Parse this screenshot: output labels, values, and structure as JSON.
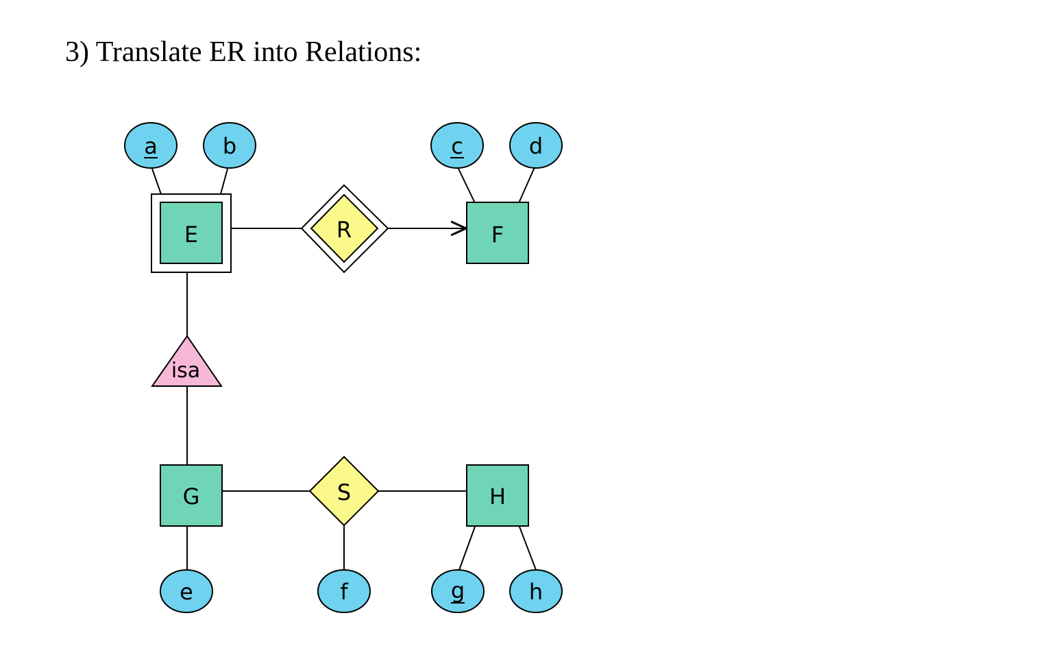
{
  "heading": "3) Translate ER into Relations:",
  "colors": {
    "entity": "#6fd5b6",
    "attribute": "#6fd2ee",
    "relationship": "#fbf98a",
    "isa": "#f7b8d8"
  },
  "diagram": {
    "entities": {
      "E": "E",
      "F": "F",
      "G": "G",
      "H": "H"
    },
    "relationships": {
      "R": "R",
      "S": "S"
    },
    "isa": "isa",
    "attributes": {
      "a": "a",
      "b": "b",
      "c": "c",
      "d": "d",
      "e": "e",
      "f": "f",
      "g": "g",
      "h": "h"
    }
  }
}
